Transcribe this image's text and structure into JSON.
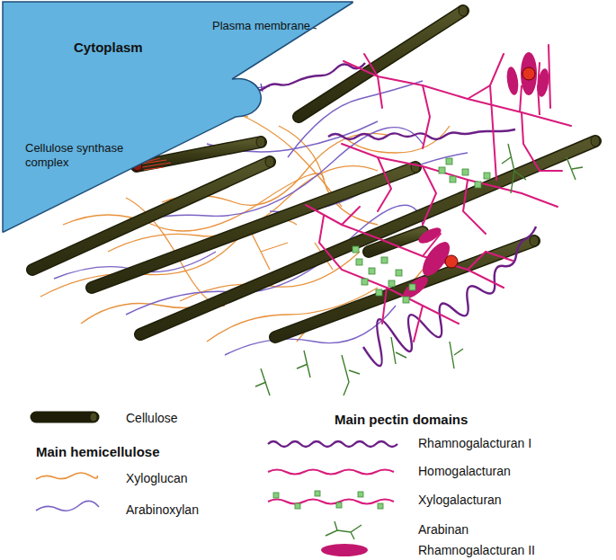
{
  "diagram": {
    "nodes": [
      {
        "text": [
          "Cytoplasm"
        ]
      }
    ],
    "labels": [
      "Plasma membrane",
      "Cellulose synthase complex",
      "Main hemicellulose",
      "Main pectin domains"
    ],
    "legend": [
      {
        "text": "Cellulose"
      },
      {
        "text": "Xyloglucan"
      },
      {
        "text": "Arabinoxylan"
      },
      {
        "text": "Rhamnogalacturan I"
      },
      {
        "text": "Homogalacturan"
      },
      {
        "text": "Xylogalacturan"
      },
      {
        "text": "Arabinan"
      },
      {
        "text": "Rhamnogalacturan II"
      }
    ]
  }
}
